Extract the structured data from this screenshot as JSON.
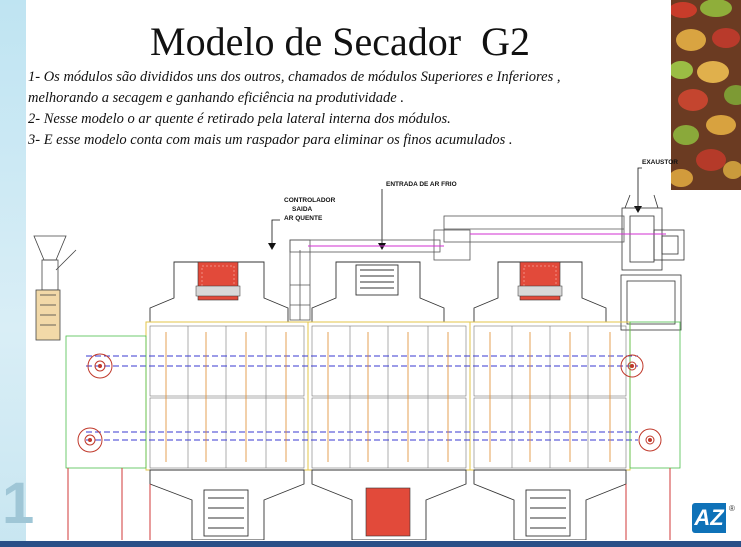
{
  "title": "Modelo de Secador  G2",
  "bullets": [
    "1- Os módulos são divididos uns  dos outros, chamados de módulos Superiores e Inferiores ,",
    "melhorando a secagem e ganhando eficiência na produtividade .",
    "2- Nesse modelo  o ar quente é retirado pela  lateral interna dos módulos.",
    "3- E esse modelo conta com mais um raspador para eliminar os finos acumulados ."
  ],
  "diagram": {
    "label_exaustor": "EXAUSTOR",
    "label_entrada": "ENTRADA DE AR FRIO",
    "label_controlador": [
      "CONTROLADOR",
      "SAIDA",
      "AR QUENTE"
    ]
  },
  "slide_number": "1",
  "logo_text": "AZ",
  "logo_mark": "®",
  "colors": {
    "bottom_strip": "#2a4f87",
    "logo": "#0f72b8"
  }
}
